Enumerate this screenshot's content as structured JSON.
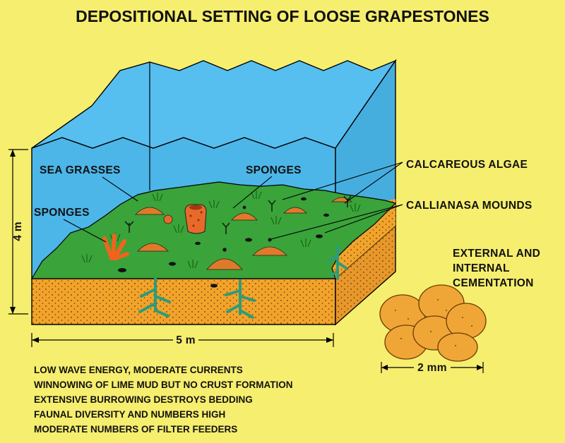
{
  "title": "DEPOSITIONAL SETTING OF LOOSE GRAPESTONES",
  "labels": {
    "sea_grasses": "SEA GRASSES",
    "sponges_upper": "SPONGES",
    "sponges_left": "SPONGES",
    "calcareous_algae": "CALCAREOUS ALGAE",
    "callianasa_mounds": "CALLIANASA MOUNDS"
  },
  "dimensions": {
    "height": "4 m",
    "width": "5 m",
    "grain_size": "2 mm"
  },
  "cementation": [
    "EXTERNAL AND",
    "INTERNAL",
    "CEMENTATION"
  ],
  "facts": [
    "LOW WAVE ENERGY, MODERATE CURRENTS",
    "WINNOWING OF LIME MUD BUT NO CRUST FORMATION",
    "EXTENSIVE BURROWING DESTROYS BEDDING",
    "FAUNAL DIVERSITY AND NUMBERS HIGH",
    "MODERATE NUMBERS OF FILTER FEEDERS"
  ],
  "colors": {
    "background": "#f6ee6e",
    "water": "#4cb6e8",
    "sea_floor": "#3aa33a",
    "sediment": "#f2a32a",
    "mound": "#e07a2a",
    "sponge": "#f0641e",
    "grapestone": "#f0a636",
    "burrow_plant": "#2c9c7a"
  }
}
